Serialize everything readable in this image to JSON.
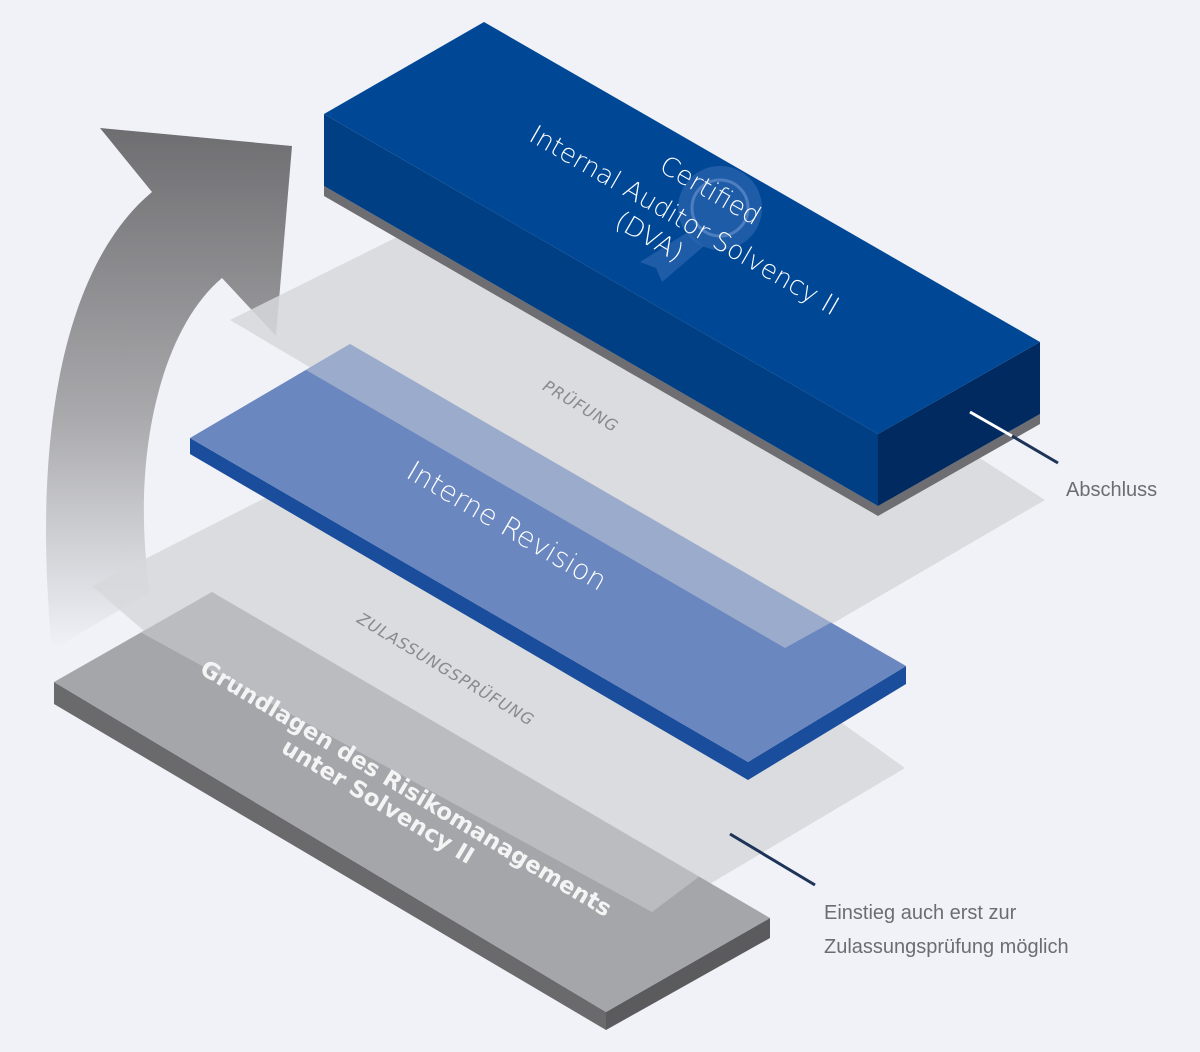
{
  "top_block": {
    "lines": [
      "Certified",
      "Internal Auditor Solvency II",
      "(DVA)"
    ],
    "colors": {
      "top": "#004896",
      "front": "#013f84",
      "side": "#002a60",
      "base": "#6e6e72"
    }
  },
  "sheet_pruefung": {
    "label": "PRÜFUNG"
  },
  "middle_plate": {
    "label": "Interne Revision",
    "colors": {
      "top": "#6b87c0",
      "edge": "#1a4e9c"
    }
  },
  "sheet_zulassung": {
    "label": "ZULASSUNGSPRÜFUNG"
  },
  "bottom_block": {
    "lines": [
      "Grundlagen des Risikomanagements",
      "unter Solvency II"
    ],
    "colors": {
      "top": "#a5a6a9",
      "front": "#6a6a6c"
    }
  },
  "callouts": {
    "abschluss": "Abschluss",
    "einstieg_line1": "Einstieg auch erst zur",
    "einstieg_line2": "Zulassungsprüfung möglich"
  },
  "colors": {
    "background": "#f1f2f8",
    "leader_line": "#1d3357",
    "sheet": "#d7d8dc",
    "arrow": "#757578"
  }
}
